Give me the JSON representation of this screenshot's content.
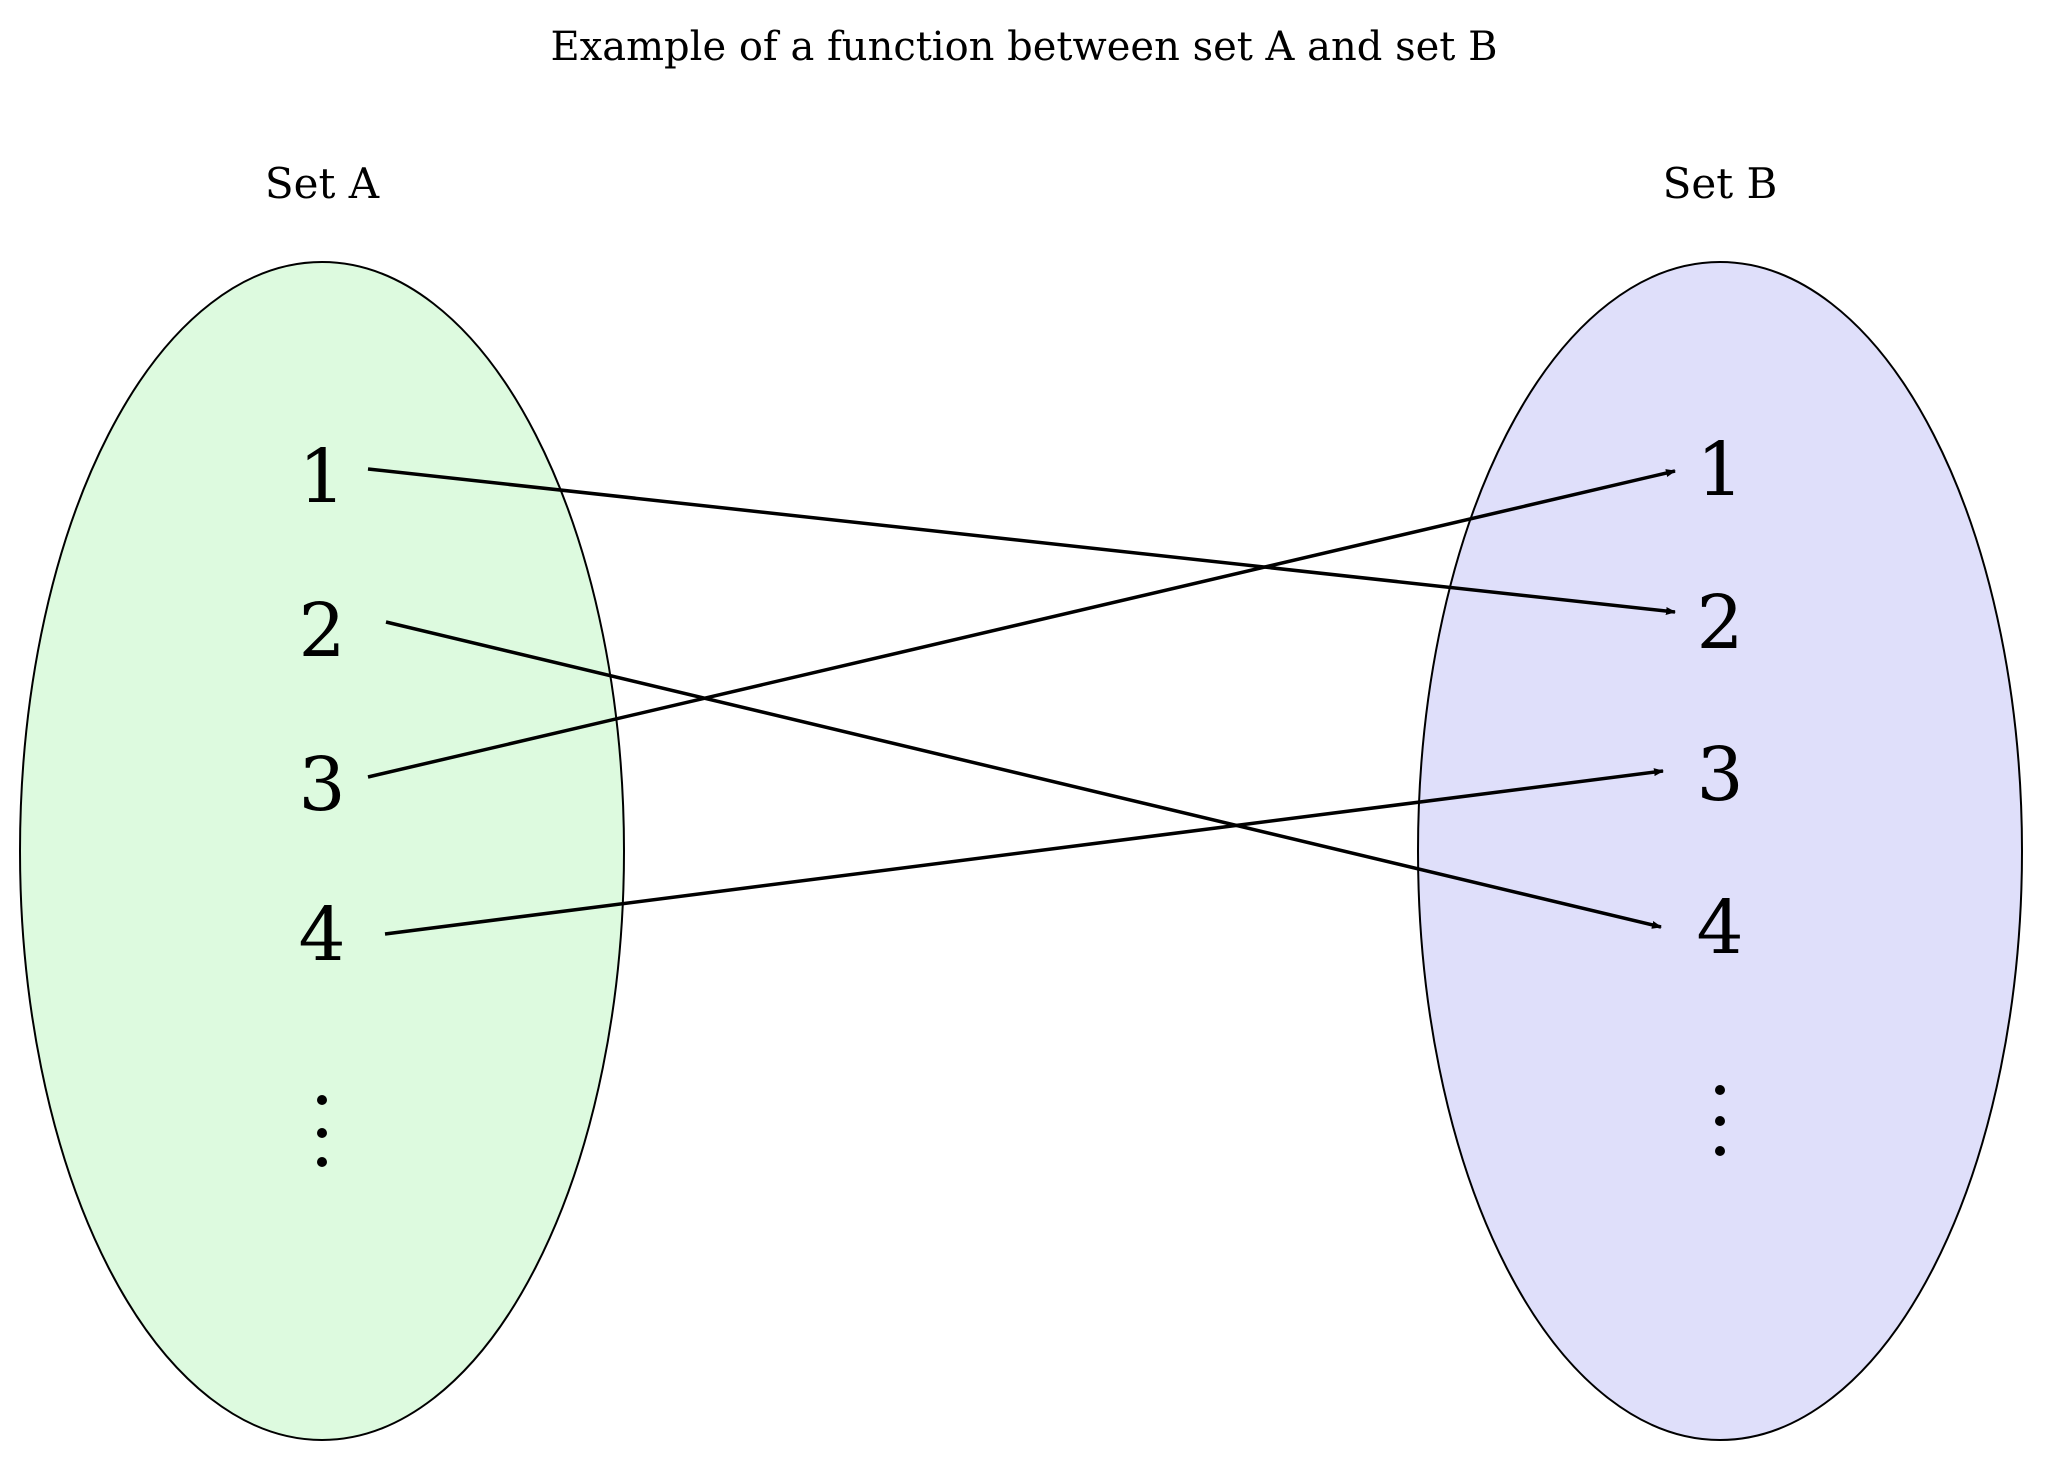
{
  "title": "Example of a function between set A and set B",
  "set_a": {
    "label": "Set A",
    "fill": "#ddfadf",
    "elements": [
      "1",
      "2",
      "3",
      "4"
    ]
  },
  "set_b": {
    "label": "Set B",
    "fill": "#dfdffa",
    "elements": [
      "1",
      "2",
      "3",
      "4"
    ]
  },
  "mapping": [
    {
      "from": "1",
      "to": "2"
    },
    {
      "from": "2",
      "to": "4"
    },
    {
      "from": "3",
      "to": "1"
    },
    {
      "from": "4",
      "to": "3"
    }
  ],
  "colors": {
    "stroke": "#000000",
    "background": "#ffffff"
  }
}
